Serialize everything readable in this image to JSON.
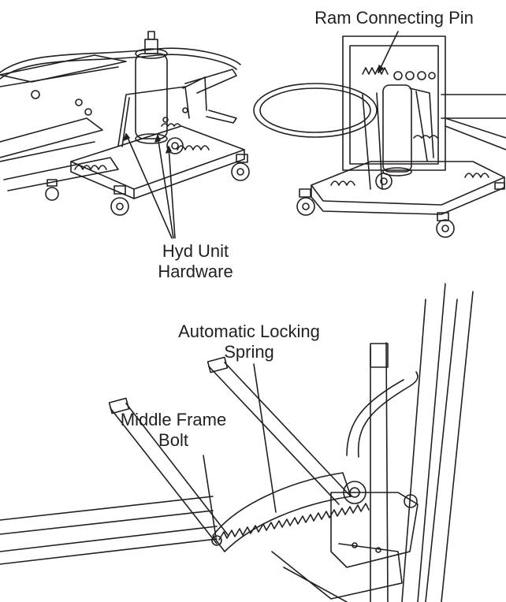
{
  "labels": {
    "ram_pin": "Ram Connecting Pin",
    "hyd_line1": "Hyd Unit",
    "hyd_line2": "Hardware",
    "auto_line1": "Automatic Locking",
    "auto_line2": "Spring",
    "middle_line1": "Middle Frame",
    "middle_line2": "Bolt"
  },
  "colors": {
    "line": "#231f20",
    "background": "#ffffff"
  }
}
